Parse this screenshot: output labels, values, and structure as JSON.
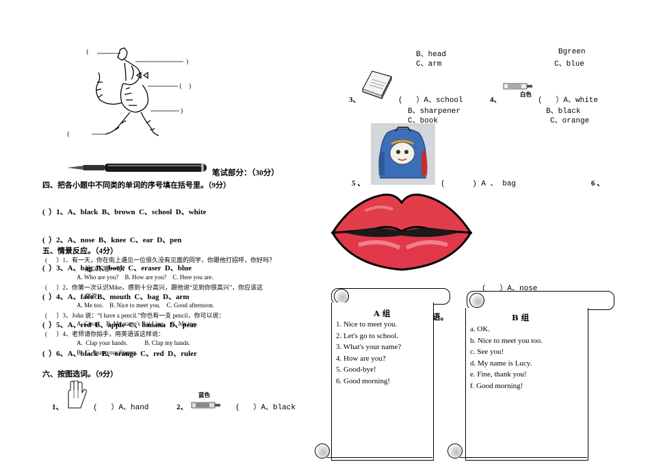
{
  "diagram": {
    "parens": [
      "(",
      ")",
      ")",
      "(",
      ")",
      "("
    ]
  },
  "header": {
    "written_part": "笔试部分：（30分）"
  },
  "section4": {
    "title": "四、把各小题中不同类的单词的序号填在括号里。（9分）",
    "items": [
      "(  ）1、A、black  B、brown  C、school  D、white",
      "(  ）2、A、nose  B、knee  C、ear  D、pen",
      "(  ）3、A、bag  B、book  C、eraser  D、blue",
      "(  ）4、A、face  B、mouth  C、bag  D、arm",
      "(  ）5、A、red  B、apple  C、banana  D、pear",
      "(  ）6、A、black  B、orange  C、red  D、ruler"
    ]
  },
  "section5": {
    "title": "五、情景反应。（4分）",
    "q1": "(      ）1、有一天，你在街上遇见一位很久没有见面的同学，你跟他打招呼，你好吗？",
    "q1b": "是以下哪一句？",
    "q1_opts": "A. Who are you?    B. How are you?    C. Here you are.",
    "q2": "(      ）2、你第一次认识Mike，感到十分高兴，跟他说“见到你很高兴”，你应该这",
    "q2b": "样说：",
    "q2_opts": "A. Me too.    B. Nice to meet you.    C. Good afternoon.",
    "q3": "(      ）3、John 说：“I have a pencil.”你也有一支 pencil，你可以说：",
    "q3_opts": "A. Great!    B. My name's Bai Ling.    C. Me too.",
    "q4": "(      ）4、老师请你拍手，用英语该这样说：",
    "q4_opts1": "A.  Clap your hands.           B. Clap my hands.",
    "q4_opts2": "B.  C. Snap your fingers."
  },
  "section6": {
    "title": "六、按图选词。（9分）",
    "item1_num": "1、",
    "item1": "(   ）A、hand",
    "item2_num": "2、",
    "item2_label": "蓝色",
    "item2": "(   ）A、black"
  },
  "right": {
    "top1": "B、head",
    "top2": "C、arm",
    "top3": "Bgreen",
    "top4": "C、blue",
    "i3_num": "3、",
    "i3_a": "(   ）A、school",
    "i3_b": "B、sharpener",
    "i3_c": "C、book",
    "i4_num": "4、",
    "i4_label": "白色",
    "i4_a": "(   ）A、white",
    "i4_b": "B、black",
    "i4_c": "C、orange",
    "i5_num": "5 、",
    "i5_a": "(      ) A 、 bag",
    "i6_num": "6 、",
    "i6_a": "(   ）A、nose",
    "yu": "语。"
  },
  "groupA": {
    "title": "A 组",
    "items": [
      "1.  Nice to meet you.",
      "2.  Let's go to school.",
      "3.  What's your name?",
      "4.  How are you?",
      "5.  Good-bye!",
      "6.  Good  morning!"
    ]
  },
  "groupB": {
    "title": "B 组",
    "items": [
      "a.  OK.",
      "b.  Nice to meet you too.",
      "c.  See you!",
      "d.  My name is Lucy.",
      "e.  Fine, thank you!",
      "f.  Good  morning!"
    ]
  }
}
